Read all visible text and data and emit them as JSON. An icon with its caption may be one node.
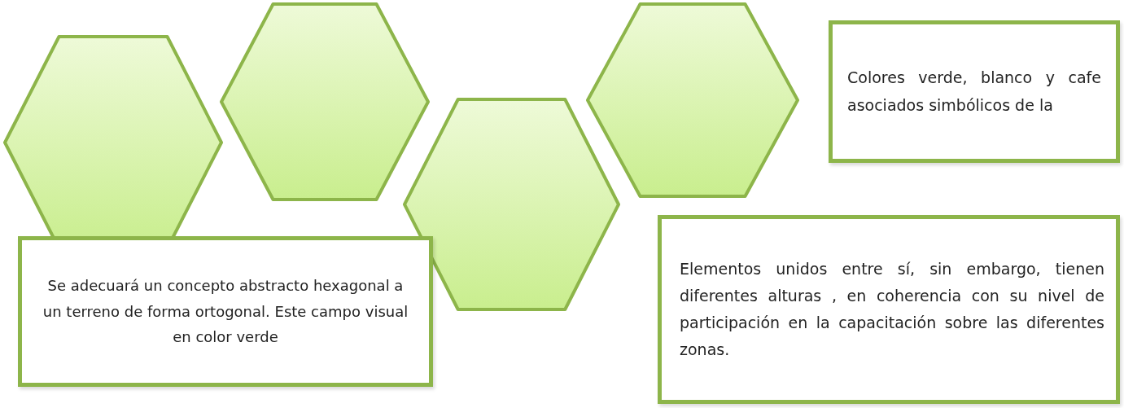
{
  "diagram": {
    "nodes": [
      {
        "text": [],
        "shape": "hexagon"
      },
      {
        "text": [],
        "shape": "hexagon"
      },
      {
        "text": [],
        "shape": "hexagon"
      },
      {
        "text": [],
        "shape": "hexagon"
      },
      {
        "text": [
          "Colores verde, blanco y cafe asociados simbólicos de la"
        ]
      },
      {
        "text": [
          "Se adecuará un concepto abstracto hexagonal a un terreno de forma ortogonal. Este campo visual en color verde"
        ]
      },
      {
        "text": [
          "Elementos unidos entre sí, sin embargo, tienen diferentes alturas , en coherencia con su nivel de participación en la capacitación sobre las diferentes zonas."
        ]
      }
    ]
  }
}
